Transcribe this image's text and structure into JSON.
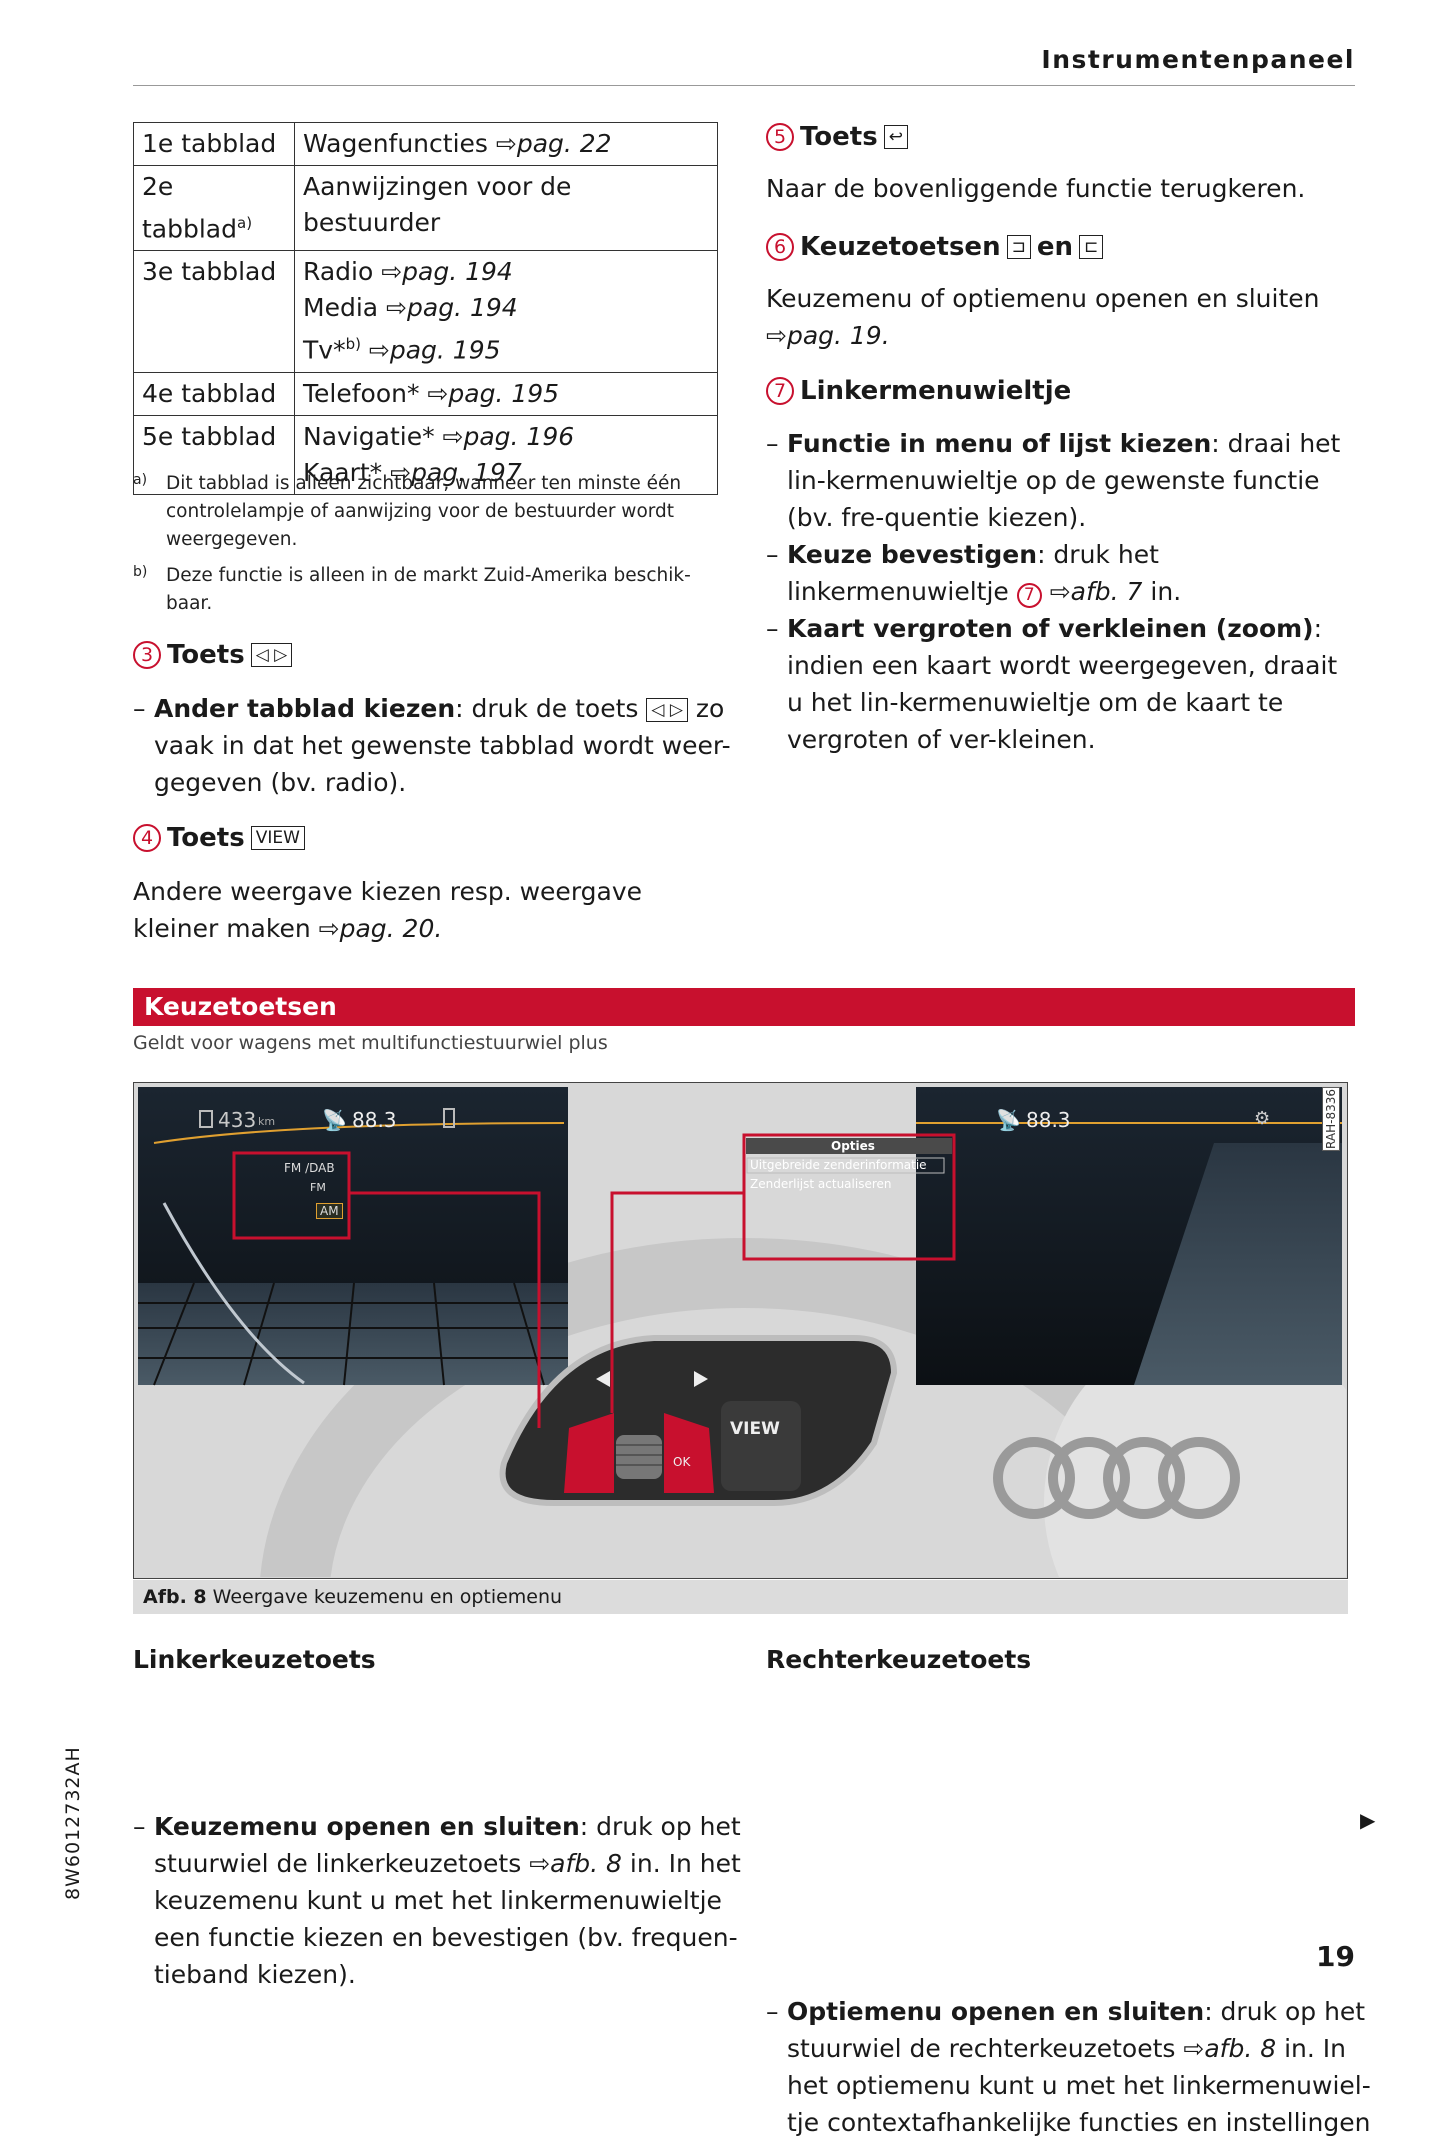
{
  "header": {
    "title": "Instrumentenpaneel"
  },
  "arrow": "⇨",
  "table": [
    {
      "tab": "1e tabblad",
      "tab_sup": "",
      "lines": [
        {
          "text": "Wagenfuncties ",
          "ref": "pag. 22"
        }
      ]
    },
    {
      "tab": "2e tabblad",
      "tab_sup": "a)",
      "lines": [
        {
          "text": "Aanwijzingen voor de bestuurder",
          "ref": ""
        }
      ]
    },
    {
      "tab": "3e tabblad",
      "tab_sup": "",
      "lines": [
        {
          "text": "Radio ",
          "ref": "pag. 194"
        },
        {
          "text": "Media ",
          "ref": "pag. 194"
        },
        {
          "text": "Tv*",
          "sup": "b)",
          "ref": "pag. 195"
        }
      ]
    },
    {
      "tab": "4e tabblad",
      "tab_sup": "",
      "lines": [
        {
          "text": "Telefoon* ",
          "ref": "pag. 195"
        }
      ]
    },
    {
      "tab": "5e tabblad",
      "tab_sup": "",
      "lines": [
        {
          "text": "Navigatie* ",
          "ref": "pag. 196"
        },
        {
          "text": "Kaart* ",
          "ref": "pag. 197"
        }
      ]
    }
  ],
  "footnotes": {
    "a_mark": "a)",
    "a": "Dit tabblad is alleen zichtbaar, wanneer ten minste één controlelampje of aanwijzing voor de bestuurder wordt weergegeven.",
    "b_mark": "b)",
    "b": "Deze functie is alleen in de markt Zuid-Amerika beschik-baar."
  },
  "sec3": {
    "num": "3",
    "title": "Toets",
    "key": "◁ ▷",
    "item_bold": "Ander tabblad kiezen",
    "item_text": ": druk de toets",
    "item_key": "◁ ▷",
    "item_rest": " zo vaak in dat het gewenste tabblad wordt weer-gegeven (bv. radio)."
  },
  "sec4": {
    "num": "4",
    "title": "Toets",
    "key": "VIEW",
    "text": "Andere weergave kiezen resp. weergave kleiner maken ",
    "ref": "pag. 20."
  },
  "sec5": {
    "num": "5",
    "title": "Toets",
    "key": "↩",
    "text": "Naar de bovenliggende functie terugkeren."
  },
  "sec6": {
    "num": "6",
    "title": "Keuzetoetsen",
    "key1": "⊐",
    "and": "en",
    "key2": "⊏",
    "text": "Keuzemenu of optiemenu openen en sluiten ",
    "ref": "pag. 19."
  },
  "sec7": {
    "num": "7",
    "title": "Linkermenuwieltje",
    "items": [
      {
        "bold": "Functie in menu of lijst kiezen",
        "text": ": draai het lin-kermenuwieltje op de gewenste functie (bv. fre-quentie kiezen)."
      },
      {
        "bold": "Keuze bevestigen",
        "text": ": druk het linkermenuwieltje ",
        "num": "7",
        "ref": "afb. 7",
        "after": " in."
      },
      {
        "bold": "Kaart vergroten of verkleinen (zoom)",
        "text": ": indien een kaart wordt weergegeven, draait u het lin-kermenuwieltje om de kaart te vergroten of ver-kleinen."
      }
    ]
  },
  "section": {
    "title": "Keuzetoetsen",
    "subtitle": "Geldt voor wagens met multifunctiestuurwiel plus"
  },
  "figure": {
    "code": "RAH-8336",
    "left_screen": {
      "range": "433",
      "range_unit": "km",
      "freq": "88.3",
      "menu": [
        "FM /DAB",
        "FM",
        "AM"
      ]
    },
    "right_screen": {
      "freq": "88.3",
      "options_title": "Opties",
      "options": [
        "Uitgebreide zenderinformatie",
        "Zenderlijst actualiseren"
      ]
    },
    "buttons": {
      "view": "VIEW",
      "ok": "OK"
    }
  },
  "caption": {
    "label": "Afb. 8",
    "text": "Weergave keuzemenu en optiemenu"
  },
  "left_col": {
    "title": "Linkerkeuzetoets",
    "bold": "Keuzemenu openen en sluiten",
    "text": ": druk op het stuurwiel de linkerkeuzetoets ",
    "ref": "afb. 8",
    "rest": " in. In het keuzemenu kunt u met het linkermenuwieltje een functie kiezen en bevestigen (bv. frequen-tieband kiezen)."
  },
  "right_col": {
    "title": "Rechterkeuzetoets",
    "bold": "Optiemenu openen en sluiten",
    "text": ": druk op het stuurwiel de rechterkeuzetoets ",
    "ref": "afb. 8",
    "rest": " in. In het optiemenu kunt u met het linkermenuwiel-tje contextafhankelijke functies en instellingen",
    "continue": "▶"
  },
  "side_code": "8W6012732AH",
  "page_number": "19"
}
